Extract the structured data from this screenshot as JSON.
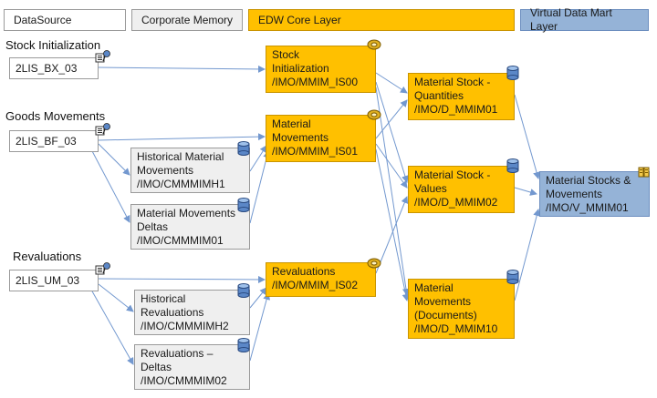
{
  "legend": {
    "datasource": "DataSource",
    "corporate_memory": "Corporate Memory",
    "edw_core": "EDW Core Layer",
    "virtual_data_mart": "Virtual Data Mart Layer"
  },
  "sections": {
    "stock_init": "Stock Initialization",
    "goods_movements": "Goods Movements",
    "revaluations": "Revaluations"
  },
  "datasources": {
    "bx": "2LIS_BX_03",
    "bf": "2LIS_BF_03",
    "um": "2LIS_UM_03"
  },
  "corporate_memory": {
    "mmh1": "Historical Material\nMovements\n/IMO/CMMMIMH1",
    "mm01": "Material Movements\nDeltas\n/IMO/CMMMIM01",
    "mmh2": "Historical\nRevaluations\n/IMO/CMMMIMH2",
    "mm02": "Revaluations –\nDeltas\n/IMO/CMMMIM02"
  },
  "edw": {
    "is00": "Stock\nInitialization\n/IMO/MMIM_IS00",
    "is01": "Material\nMovements\n/IMO/MMIM_IS01",
    "is02": "Revaluations\n/IMO/MMIM_IS02",
    "d01": "Material Stock -\nQuantities\n/IMO/D_MMIM01",
    "d02": "Material Stock -\nValues\n/IMO/D_MMIM02",
    "d10": "Material\nMovements\n(Documents)\n/IMO/D_MMIM10"
  },
  "vdm": {
    "v01": "Material Stocks &\nMovements\n/IMO/V_MMIM01"
  },
  "colors": {
    "edw": "#ffc000",
    "vdm": "#95b3d7",
    "cm": "#efefef",
    "arrow": "#5b87c7"
  }
}
